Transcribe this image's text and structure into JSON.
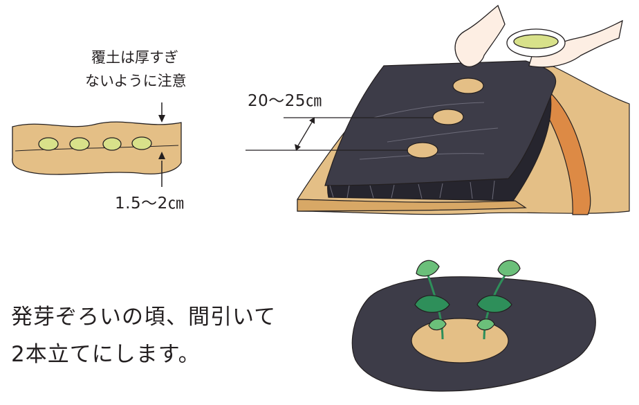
{
  "soil_section": {
    "note_line1": "覆土は厚すぎ",
    "note_line2": "ないように注意",
    "depth_label": "1.5〜2㎝"
  },
  "mulch_bed": {
    "spacing_label": "20〜25㎝"
  },
  "thinning": {
    "caption_line1": "発芽ぞろいの頃、間引いて",
    "caption_line2": "2本立てにします。"
  },
  "colors": {
    "soil": "#e4bf86",
    "soil_dark": "#d8a866",
    "mulch": "#3d3c48",
    "mulch_side": "#26252e",
    "red_layer": "#dd8a45",
    "seed": "#d8e18a",
    "leaf": "#6bbf7a",
    "leaf_dark": "#2e8f5a",
    "skin": "#fdeee3"
  }
}
